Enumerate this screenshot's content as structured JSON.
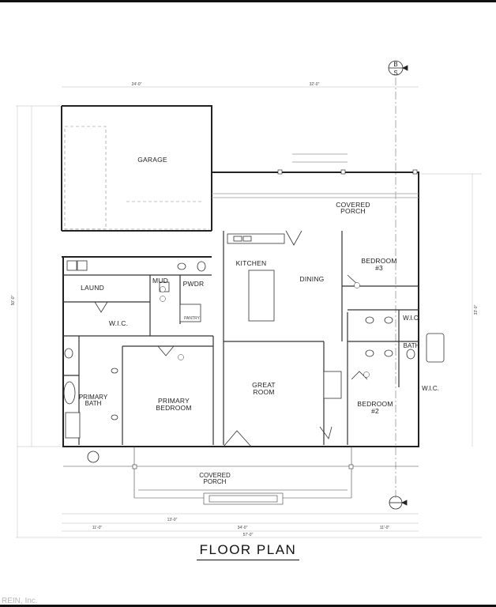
{
  "title": "FLOOR PLAN",
  "watermark": "REIN, Inc.",
  "section_marker": {
    "top": "B",
    "bottom": "S"
  },
  "rooms": {
    "garage": "GARAGE",
    "covered_porch_back": [
      "COVERED",
      "PORCH"
    ],
    "kitchen": "KITCHEN",
    "dining": "DINING",
    "bedroom3": [
      "BEDROOM",
      "#3"
    ],
    "laund": "LAUND",
    "mud": "MUD",
    "pwdr": "PWDR",
    "pantry": "PANTRY",
    "wic_primary": "W.I.C.",
    "wic_bed3": "W.I.C.",
    "wic_bed2": "W.I.C.",
    "primary_bath": [
      "PRIMARY",
      "BATH"
    ],
    "primary_bedroom": [
      "PRIMARY",
      "BEDROOM"
    ],
    "great_room": [
      "GREAT",
      "ROOM"
    ],
    "bedroom2": [
      "BEDROOM",
      "#2"
    ],
    "bath": "BATH",
    "covered_porch_front": [
      "COVERED",
      "PORCH"
    ]
  },
  "dimensions": {
    "top_left": "24'-0\"",
    "top_right": "32'-0\"",
    "right_total": "33'-0\"",
    "left_total": "50'-0\"",
    "bottom_total": "57'-0\"",
    "bottom_mid": "34'-0\"",
    "bottom_right": "11'-0\"",
    "bottom_left": "11'-0\"",
    "porch_width": "13'-0\""
  }
}
